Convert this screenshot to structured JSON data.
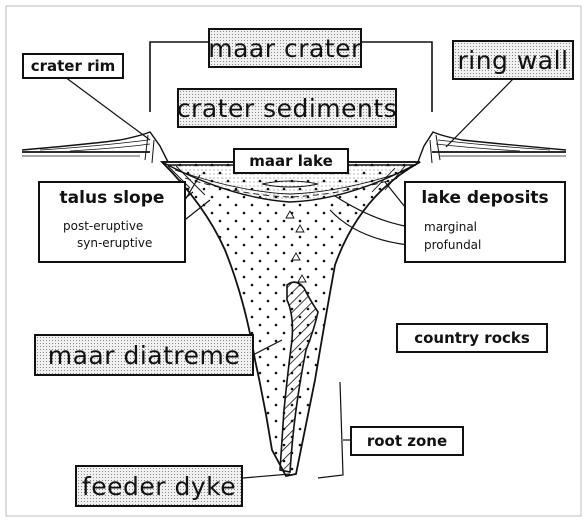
{
  "labels": {
    "maar_crater": "maar crater",
    "crater_rim": "crater rim",
    "ring_wall": "ring wall",
    "crater_sediments": "crater sediments",
    "maar_lake": "maar lake",
    "talus_slope": "talus slope",
    "post_eruptive": "post-eruptive",
    "syn_eruptive": "syn-eruptive",
    "lake_deposits": "lake deposits",
    "marginal": "marginal",
    "profundal": "profundal",
    "country_rocks": "country rocks",
    "maar_diatreme": "maar diatreme",
    "root_zone": "root zone",
    "feeder_dyke": "feeder dyke"
  },
  "colors": {
    "ink": "#111111",
    "paper": "#ffffff",
    "stipple_fill": "#f1f1f1"
  }
}
